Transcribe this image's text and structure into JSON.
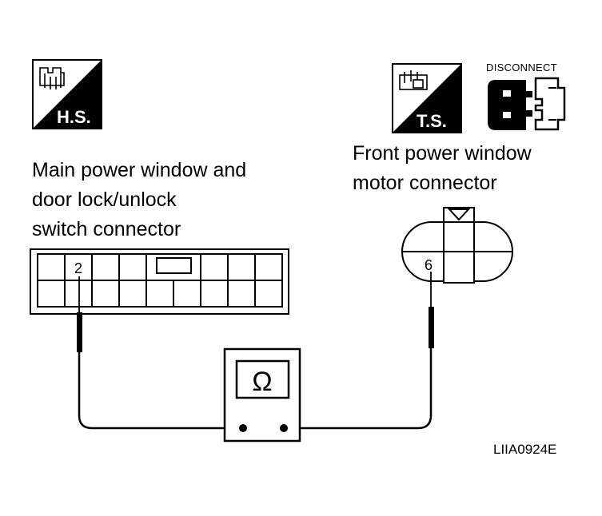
{
  "hs_badge": {
    "text": "H.S.",
    "icon": "harness-side-icon"
  },
  "ts_badge": {
    "text": "T.S.",
    "icon": "terminal-side-icon"
  },
  "disconnect": {
    "text": "DISCONNECT",
    "icon": "disconnect-connector-icon"
  },
  "left_connector": {
    "lines": [
      "Main power window and",
      "door lock/unlock",
      "switch connector"
    ],
    "terminal": "2"
  },
  "right_connector": {
    "lines": [
      "Front power window",
      "motor connector"
    ],
    "terminal": "6"
  },
  "meter": {
    "symbol": "Ω"
  },
  "code": "LIIA0924E"
}
